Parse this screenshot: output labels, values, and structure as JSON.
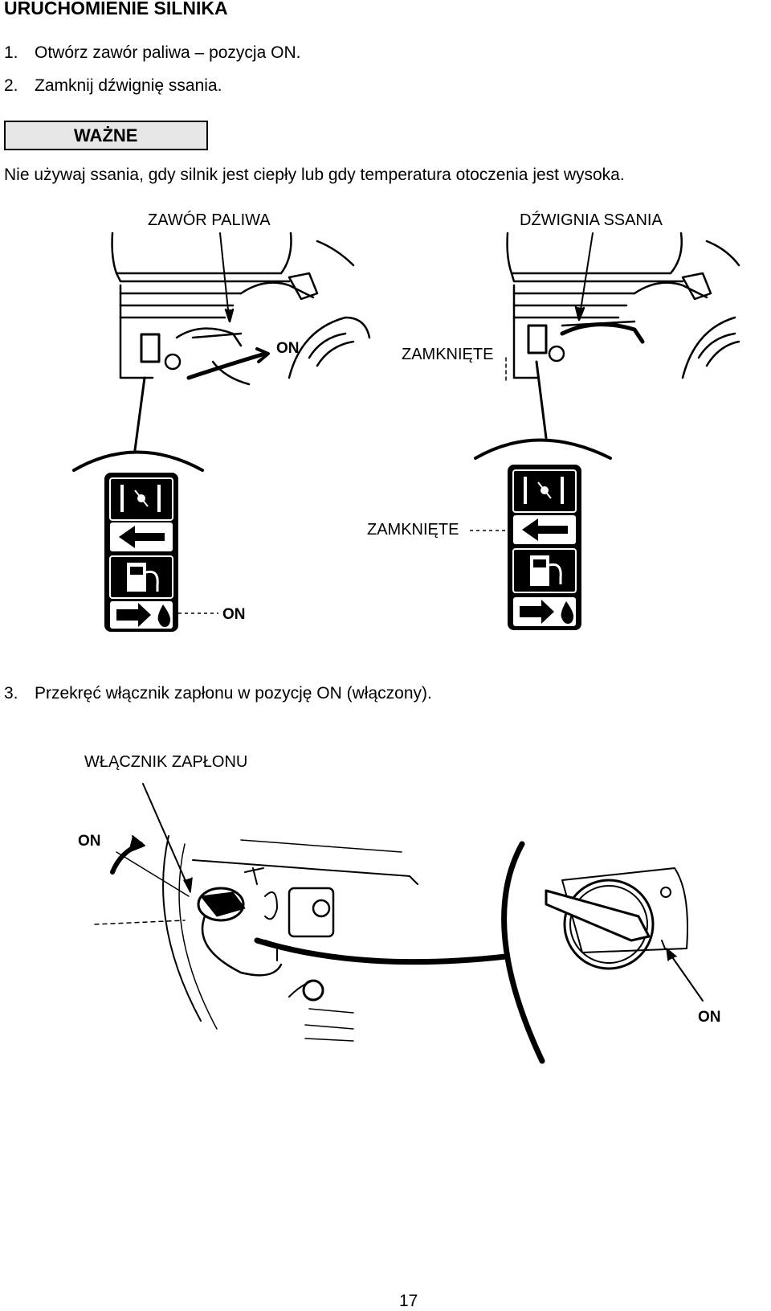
{
  "heading": "URUCHOMIENIE SILNIKA",
  "steps": [
    {
      "num": "1.",
      "text": "Otwórz zawór paliwa – pozycja ON."
    },
    {
      "num": "2.",
      "text": "Zamknij dźwignię ssania."
    },
    {
      "num": "3.",
      "text": "Przekręć włącznik zapłonu w pozycję ON (włączony)."
    }
  ],
  "important": {
    "label": "WAŻNE",
    "text": "Nie używaj ssania, gdy silnik jest ciepły lub gdy temperatura otoczenia jest wysoka."
  },
  "figure1": {
    "fuel_valve_label": "ZAWÓR PALIWA",
    "choke_label": "DŹWIGNIA SSANIA",
    "closed_label_upper": "ZAMKNIĘTE",
    "closed_label_lower": "ZAMKNIĘTE",
    "on_upper": "ON",
    "on_lower": "ON"
  },
  "figure2": {
    "switch_label": "WŁĄCZNIK ZAPŁONU",
    "on_left": "ON",
    "on_right": "ON"
  },
  "page_number": "17"
}
